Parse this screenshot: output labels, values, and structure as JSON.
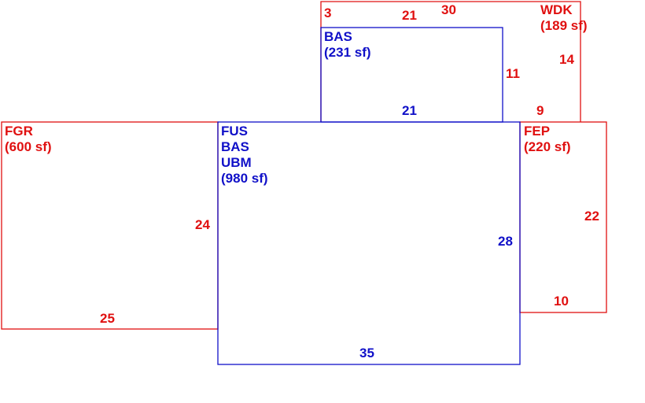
{
  "colors": {
    "outline_red": "#e01010",
    "outline_blue": "#1010c8",
    "background": "#ffffff"
  },
  "areas": {
    "wdk": {
      "code": "WDK",
      "area": "(189 sf)",
      "color": "red"
    },
    "bas_top": {
      "code": "BAS",
      "area": "(231 sf)",
      "color": "blue"
    },
    "fgr": {
      "code": "FGR",
      "area": "(600 sf)",
      "color": "red"
    },
    "main": {
      "code1": "FUS",
      "code2": "BAS",
      "code3": "UBM",
      "area": "(980 sf)",
      "color": "blue"
    },
    "fep": {
      "code": "FEP",
      "area": "(220 sf)",
      "color": "red"
    }
  },
  "dimensions": {
    "wdk_left_offset": "3",
    "wdk_inner_top": "21",
    "wdk_top": "30",
    "wdk_right": "14",
    "wdk_inner_right": "11",
    "wdk_bottom": "9",
    "bas_top_bottom": "21",
    "fgr_right": "24",
    "fgr_bottom": "25",
    "main_right": "28",
    "main_bottom": "35",
    "fep_right": "22",
    "fep_bottom": "10"
  }
}
